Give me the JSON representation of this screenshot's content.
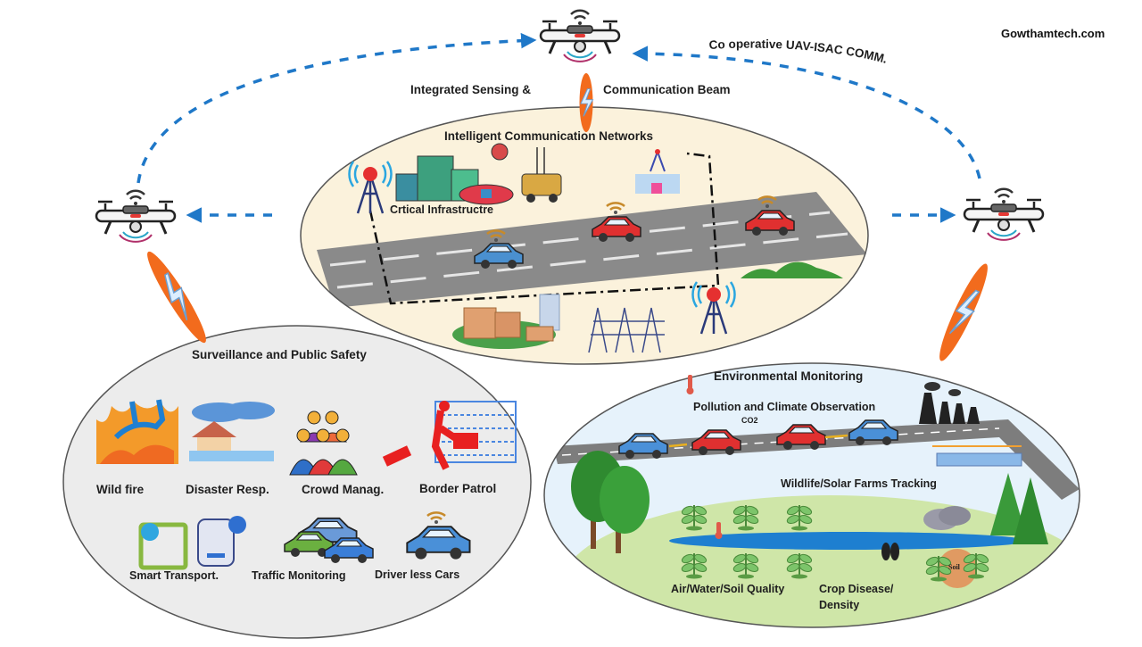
{
  "brand": "Gowthamtech.com",
  "links": {
    "cooperative": "Co operative UAV-ISAC COMM.",
    "isac_left": "Integrated Sensing &",
    "isac_right": "Communication Beam"
  },
  "central": {
    "title": "Intelligent Communication Networks",
    "critical_label": "Crtical Infrastructre"
  },
  "surveillance": {
    "title": "Surveillance and Public Safety",
    "items": [
      {
        "label": "Wild fire",
        "icon": "wildfire-deer-icon"
      },
      {
        "label": "Disaster Resp.",
        "icon": "flood-house-icon"
      },
      {
        "label": "Crowd Manag.",
        "icon": "crowd-icon"
      },
      {
        "label": "Border Patrol",
        "icon": "border-fence-icon"
      },
      {
        "label": "Smart Transport.",
        "icon": "bus-train-icon"
      },
      {
        "label": "Traffic Monitoring",
        "icon": "traffic-cars-icon"
      },
      {
        "label": "Driver less Cars",
        "icon": "connected-car-icon"
      }
    ]
  },
  "environment": {
    "title": "Environmental Monitoring",
    "pollution": "Pollution and Climate Observation",
    "co2": "CO2",
    "wildlife": "Wildlife/Solar Farms Tracking",
    "quality": "Air/Water/Soil Quality",
    "crop_line1": "Crop Disease/",
    "crop_line2": "Density",
    "soil": "Soil"
  },
  "colors": {
    "arrow_blue": "#1f78c8",
    "beam_orange": "#f26b1d",
    "central_bg": "#fbf2dc",
    "surveillance_bg": "#ececec",
    "env_sky": "#e6f2fb",
    "env_grass": "#cfe6a8",
    "road": "#8a8a8a"
  }
}
